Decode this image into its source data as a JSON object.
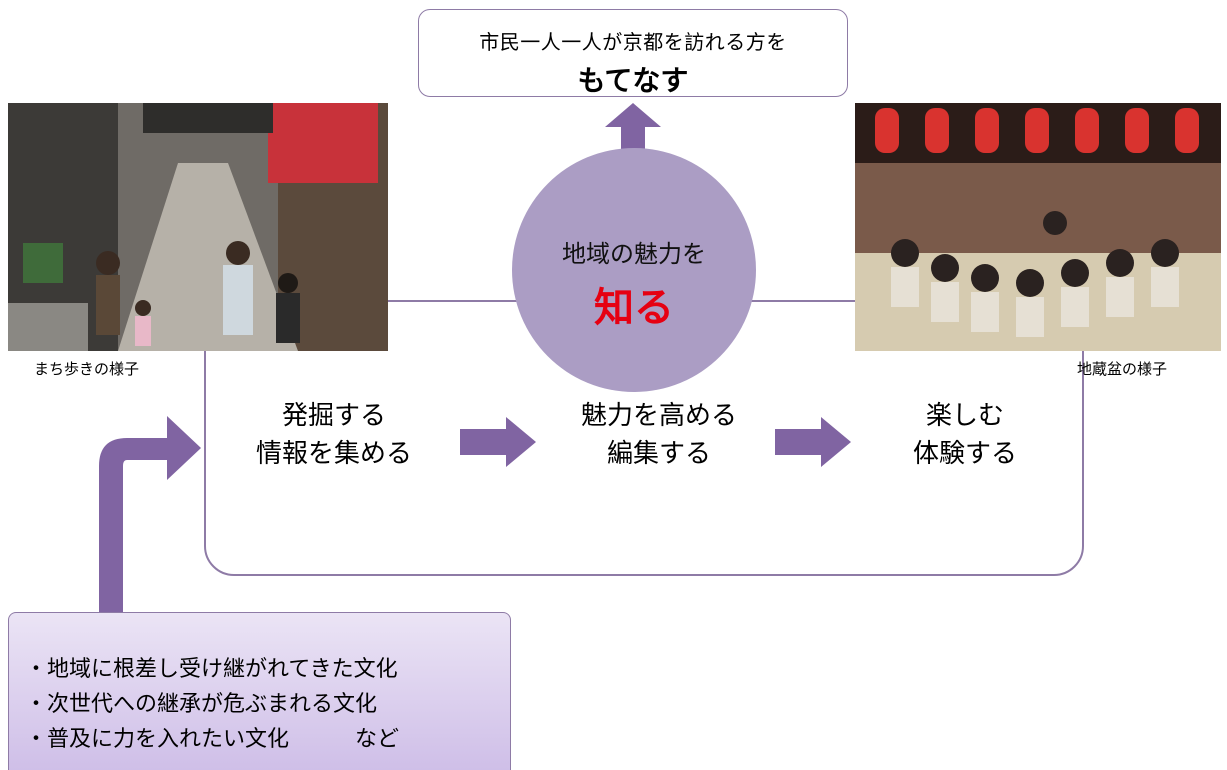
{
  "top_callout": {
    "line1": "市民一人一人が京都を訪れる方を",
    "line2": "もてなす"
  },
  "center": {
    "line1": "地域の魅力を",
    "line2": "知る"
  },
  "steps": [
    {
      "line1": "発掘する",
      "line2": "情報を集める"
    },
    {
      "line1": "魅力を高める",
      "line2": "編集する"
    },
    {
      "line1": "楽しむ",
      "line2": "体験する"
    }
  ],
  "photos": {
    "left_caption": "まち歩きの様子",
    "right_caption": "地蔵盆の様子"
  },
  "list": [
    "・地域に根差し受け継がれてきた文化",
    "・次世代への継承が危ぶまれる文化",
    "・普及に力を入れたい文化　　　など"
  ],
  "colors": {
    "accent": "#8064a2",
    "circle": "#ab9dc4",
    "highlight": "#e60012",
    "border": "#8e7ba6"
  }
}
